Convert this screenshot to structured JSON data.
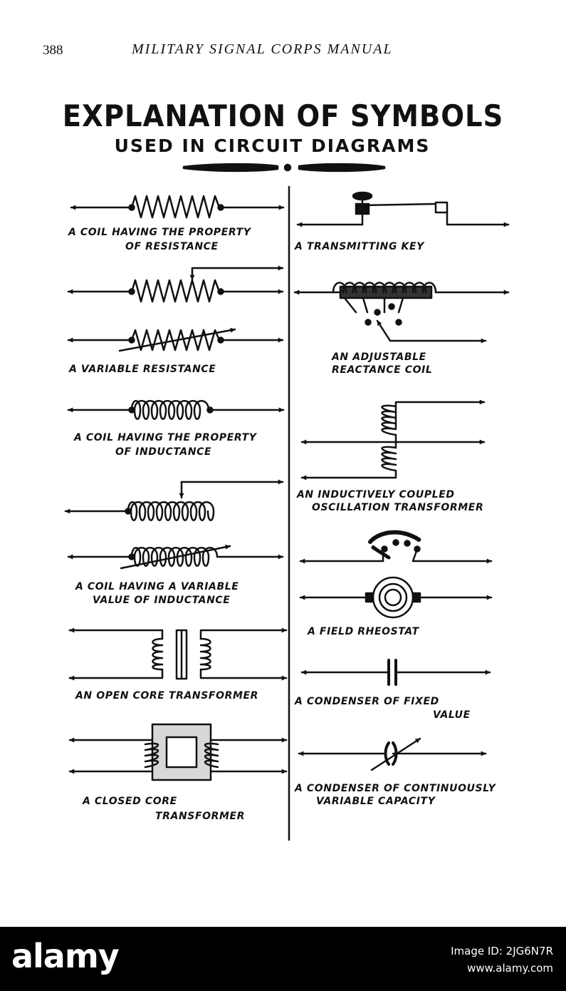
{
  "header": {
    "page_number": "388",
    "running_head": "MILITARY SIGNAL CORPS MANUAL"
  },
  "title": "EXPLANATION OF SYMBOLS",
  "subtitle": "USED IN CIRCUIT DIAGRAMS",
  "left_captions": {
    "resistance": [
      "A COIL HAVING THE PROPERTY",
      "OF RESISTANCE"
    ],
    "variable_resistance": "A VARIABLE RESISTANCE",
    "inductance": [
      "A COIL HAVING THE PROPERTY",
      "OF INDUCTANCE"
    ],
    "variable_inductance": [
      "A COIL HAVING A VARIABLE",
      "VALUE OF INDUCTANCE"
    ],
    "open_core": "AN OPEN CORE TRANSFORMER",
    "closed_core": [
      "A CLOSED CORE",
      "TRANSFORMER"
    ]
  },
  "right_captions": {
    "key": "A TRANSMITTING KEY",
    "reactance": [
      "AN ADJUSTABLE",
      "REACTANCE COIL"
    ],
    "oscillation": [
      "AN INDUCTIVELY COUPLED",
      "OSCILLATION TRANSFORMER"
    ],
    "rheostat": "A FIELD RHEOSTAT",
    "fixed_condenser": [
      "A CONDENSER OF FIXED",
      "VALUE"
    ],
    "variable_condenser": [
      "A CONDENSER OF CONTINUOUSLY",
      "VARIABLE CAPACITY"
    ]
  },
  "footer": {
    "logo": "alamy",
    "image_id": "Image ID: 2JG6N7R",
    "site": "www.alamy.com"
  }
}
